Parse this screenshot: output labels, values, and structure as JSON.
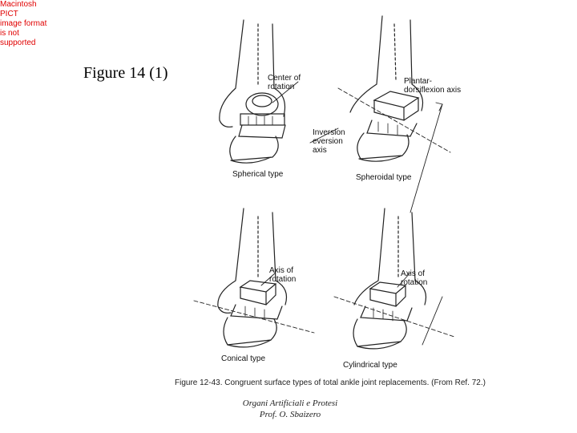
{
  "pict_warning": {
    "line1": "Macintosh PICT",
    "line2": "image format",
    "line3": "is not supported"
  },
  "slide_title": "Figure 14 (1)",
  "labels": {
    "center_of_rotation_1": "Center of",
    "center_of_rotation_2": "rotation",
    "plantar_1": "Plantar-",
    "plantar_2": "dorsiflexion axis",
    "inversion_1": "Inversion",
    "inversion_2": "eversion",
    "inversion_3": "axis",
    "spherical": "Spherical type",
    "spheroidal": "Spheroidal type",
    "axis_left_1": "Axis of",
    "axis_left_2": "rotation",
    "axis_right_1": "Axis of",
    "axis_right_2": "rotation",
    "conical": "Conical type",
    "cylindrical": "Cylindrical type"
  },
  "caption": "Figure 12-43. Congruent surface types of total ankle joint replacements. (From Ref. 72.)",
  "footer": {
    "line1": "Organi Artificiali e Protesi",
    "line2": "Prof. O. Sbaizero"
  }
}
